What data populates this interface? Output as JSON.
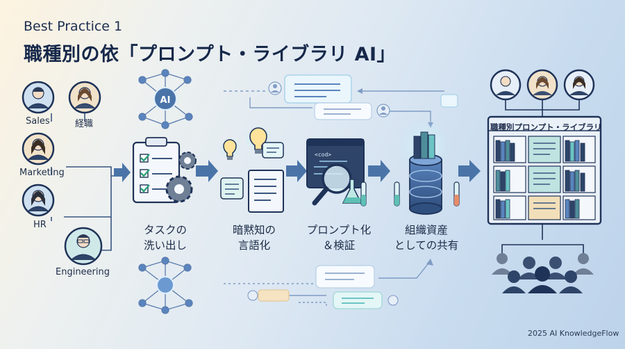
{
  "header": {
    "subtitle": "Best Practice 1",
    "title": "職種別の依「プロンプト・ライブラリ AI」"
  },
  "roles": [
    {
      "label": "Sales"
    },
    {
      "label": "経職"
    },
    {
      "label": "Marketing"
    },
    {
      "label": "HR"
    },
    {
      "label": "Engineering"
    }
  ],
  "ai_node": {
    "label": "AI"
  },
  "code_window": {
    "label": "<cod>"
  },
  "steps": [
    {
      "line1": "タスクの",
      "line2": "洗い出し"
    },
    {
      "line1": "暗黙知の",
      "line2": "言語化"
    },
    {
      "line1": "プロンプト化",
      "line2": "＆検証"
    },
    {
      "line1": "組織資産",
      "line2": "としての共有"
    }
  ],
  "library": {
    "label": "職種別プロンプト・ライブラリ"
  },
  "footer": {
    "text": "2025 AI KnowledgeFlow"
  },
  "colors": {
    "navy": "#1f3358",
    "accent_blue": "#3f6fa8",
    "arrow": "#4a74a8",
    "teal": "#6cc4c4",
    "gold": "#e8c27a",
    "paper": "#f4f7fb"
  }
}
